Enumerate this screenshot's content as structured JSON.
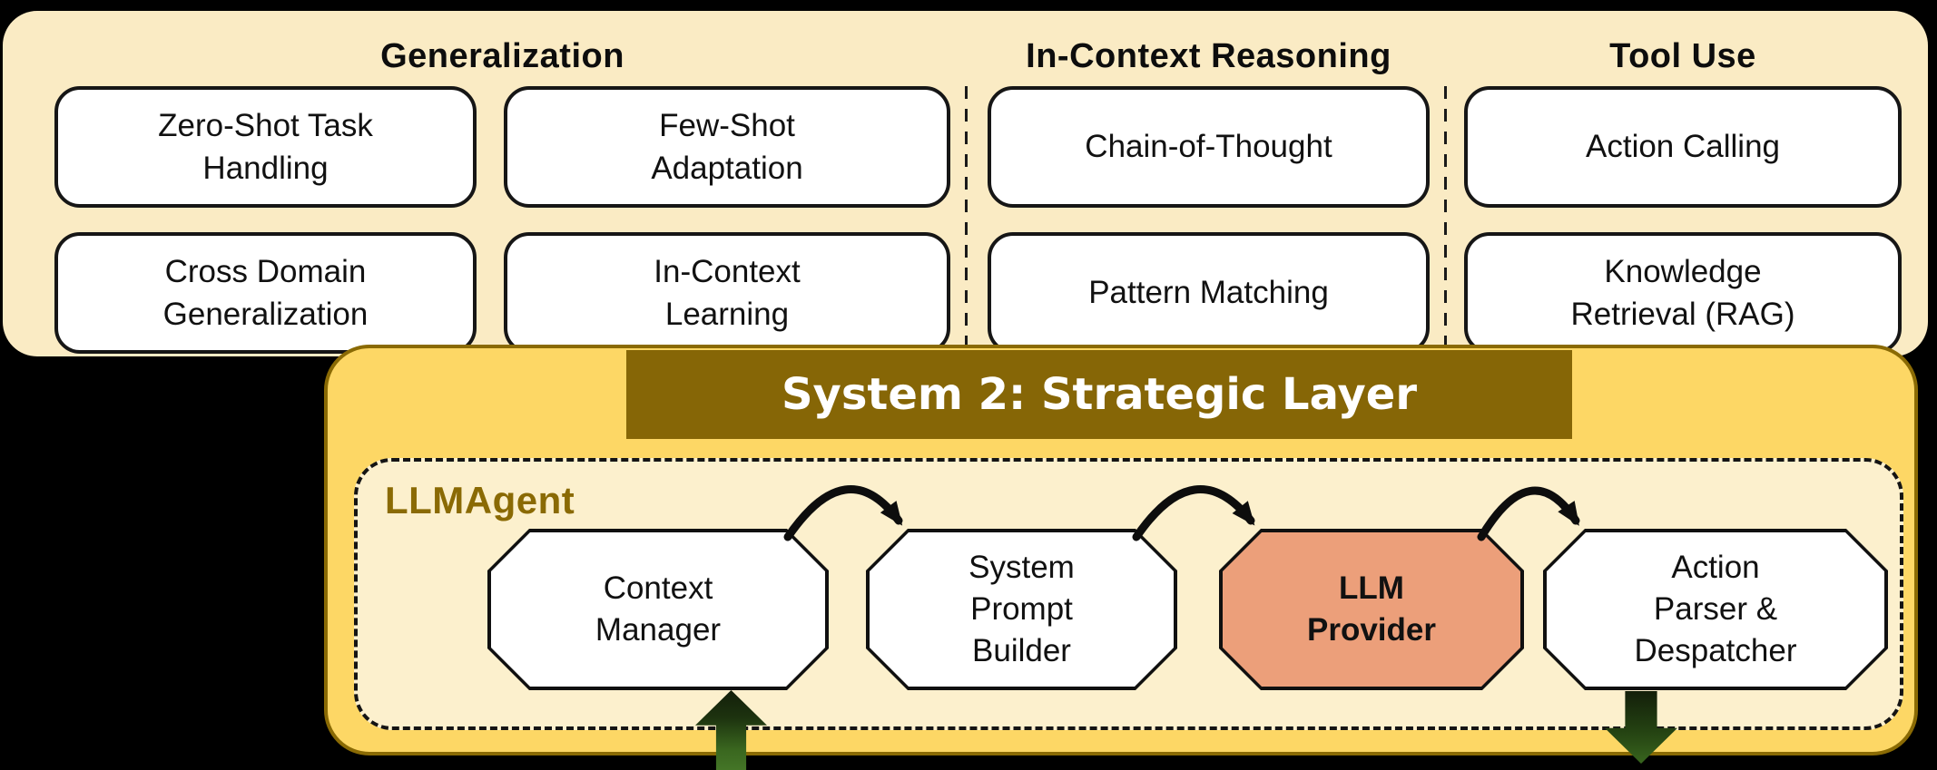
{
  "diagram": {
    "capability_panel": {
      "groups": [
        {
          "title": "Generalization",
          "items": [
            "Zero-Shot Task Handling",
            "Few-Shot Adaptation",
            "Cross Domain Generalization",
            "In-Context Learning"
          ]
        },
        {
          "title": "In-Context Reasoning",
          "items": [
            "Chain-of-Thought",
            "Pattern Matching"
          ]
        },
        {
          "title": "Tool Use",
          "items": [
            "Action Calling",
            "Knowledge Retrieval (RAG)"
          ]
        }
      ]
    },
    "strategic_layer": {
      "banner_title": "System 2: Strategic Layer",
      "agent_label": "LLMAgent",
      "pipeline_nodes": [
        {
          "label": "Context Manager",
          "highlighted": false
        },
        {
          "label": "System Prompt Builder",
          "highlighted": false
        },
        {
          "label": "LLM Provider",
          "highlighted": true
        },
        {
          "label": "Action Parser & Despatcher",
          "highlighted": false
        }
      ]
    },
    "colors": {
      "background": "#000000",
      "capability_panel_fill": "#FAEBC4",
      "strategic_container_fill": "#FDD765",
      "strategic_container_border": "#8A6A04",
      "banner_fill": "#866606",
      "banner_text": "#FFFFFF",
      "agent_area_fill": "#FCF0CD",
      "agent_label_text": "#8A6A04",
      "node_fill": "#FFFFFF",
      "node_border": "#101010",
      "llm_provider_fill": "#EC9F7A",
      "flow_arrow": "#0D0D0D",
      "io_arrow_gradient_top": "#131F0A",
      "io_arrow_gradient_bottom": "#447527"
    }
  }
}
